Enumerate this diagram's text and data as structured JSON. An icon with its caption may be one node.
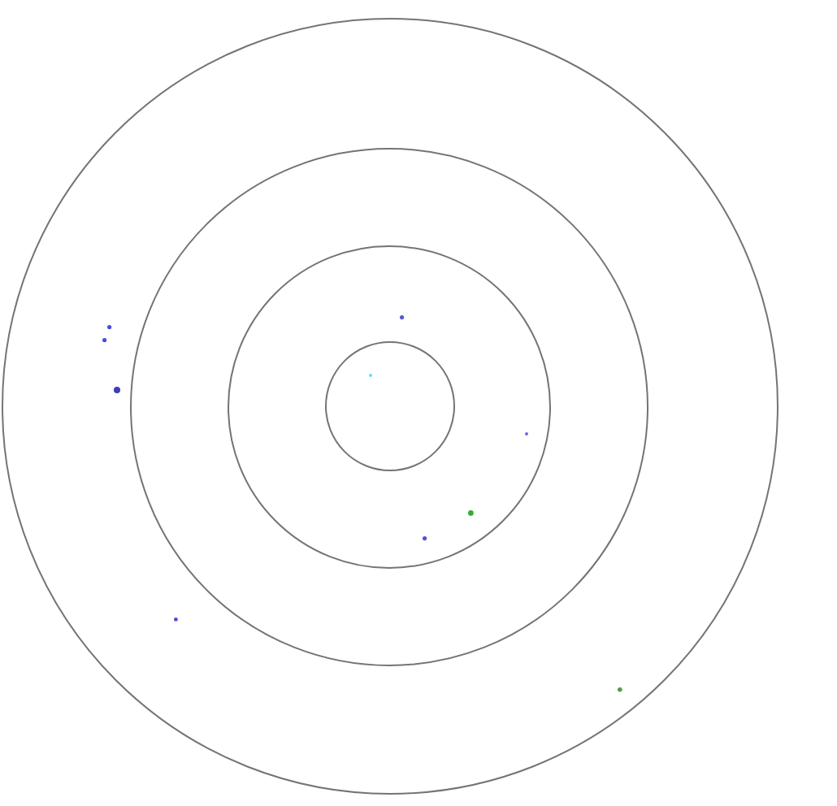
{
  "diagram": {
    "nodes": [
      {
        "text": [],
        "shape": "circle"
      },
      {
        "text": [],
        "shape": "circle",
        "in": 0
      },
      {
        "text": [],
        "shape": "circle",
        "in": 1
      },
      {
        "text": [],
        "shape": "circle",
        "in": 2
      },
      {
        "text": [],
        "shape": "dot",
        "in": 2
      },
      {
        "text": [],
        "shape": "dot",
        "in": 0
      },
      {
        "text": [],
        "shape": "dot",
        "in": 0
      },
      {
        "text": [],
        "shape": "dot",
        "in": 3
      },
      {
        "text": [],
        "shape": "dot",
        "in": 0
      },
      {
        "text": [],
        "shape": "dot",
        "in": 2
      },
      {
        "text": [],
        "shape": "dot",
        "in": 2
      },
      {
        "text": [],
        "shape": "dot",
        "in": 2
      },
      {
        "text": [],
        "shape": "dot",
        "in": 0
      },
      {
        "text": [],
        "shape": "dot",
        "in": 0
      }
    ]
  }
}
